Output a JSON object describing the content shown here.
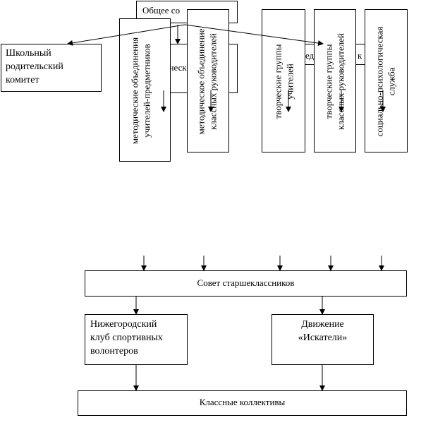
{
  "top": {
    "general": "Общее со",
    "hidden_left": "ческ",
    "hidden_right": "пед",
    "hidden_right2": "к"
  },
  "parent_committee": [
    "Школьный",
    "родительский",
    "комитет"
  ],
  "metod_teachers": [
    "методические объединения",
    "учителей-предметников"
  ],
  "metod_class": [
    "методическое объединение",
    "классных руководителей"
  ],
  "creative_teachers": [
    "творческие группы",
    "учителей"
  ],
  "creative_class": [
    "творческие группы",
    "классных руководителей"
  ],
  "social_service": [
    "социально-психологическая",
    "служба"
  ],
  "senior_council": "Совет старшеклассников",
  "sport_club": [
    "Нижегородский",
    "клуб спортивных",
    "волонтеров"
  ],
  "seekers": [
    "Движение",
    "«Искатели»"
  ],
  "class_collectives": "Классные коллективы"
}
